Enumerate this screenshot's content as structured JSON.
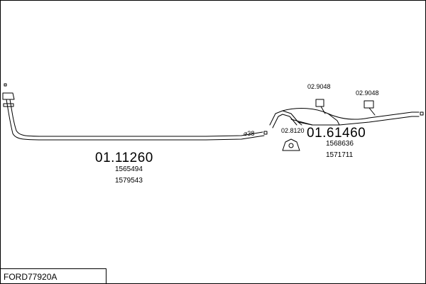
{
  "assembly_code": "FORD77920A",
  "front_pipe": {
    "part_number": "01.11260",
    "oe_numbers": [
      "1565494",
      "1579543"
    ]
  },
  "rear_silencer": {
    "part_number": "01.61460",
    "oe_numbers": [
      "1568636",
      "1571711"
    ]
  },
  "diameter_label": "⌀38",
  "hangers": {
    "clamp": "02.8120",
    "rubber_mount_1": "02.9048",
    "rubber_mount_2": "02.9048"
  }
}
